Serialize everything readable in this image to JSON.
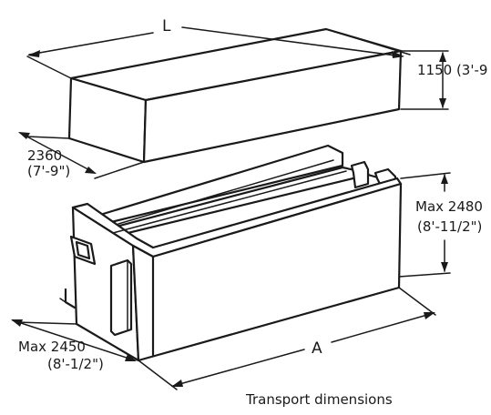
{
  "labels": {
    "length": "L",
    "lid_height": "1150 (3'-9",
    "lid_width_mm": "2360",
    "lid_width_ft": "(7'-9\")",
    "body_height_mm": "Max 2480",
    "body_height_ft": "(8'-11/2\")",
    "body_length": "A",
    "body_width_mm": "Max 2450",
    "body_width_ft": "(8'-1/2\")",
    "caption": "Transport dimensions"
  },
  "colors": {
    "ink": "#1a1a1a",
    "paper": "#ffffff"
  }
}
